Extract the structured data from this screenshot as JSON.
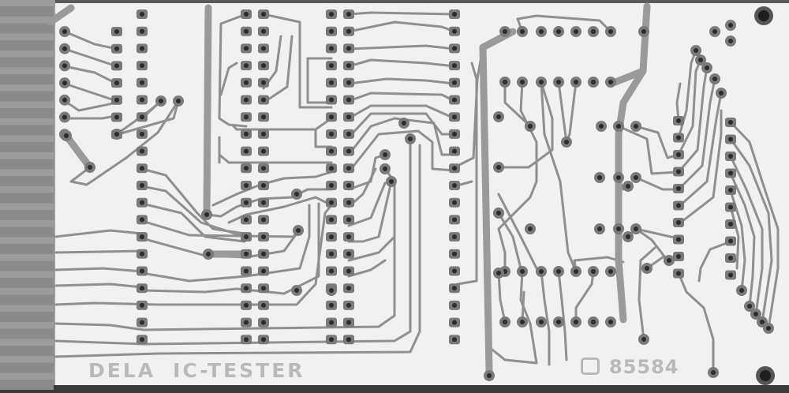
{
  "board": {
    "brand_word_1": "DELA",
    "brand_word_2": "IC-TESTER",
    "part_number": "85584"
  },
  "colors": {
    "substrate": "#f1f1f1",
    "copper_trace": "#8f8f8f",
    "pad": "#7a7a7a",
    "hole": "#2b2b2b",
    "silkscreen": "#b9b9b9",
    "edge_connector": "#8a8a8a"
  },
  "icons": [
    "company-logo-icon",
    "mounting-hole-icon"
  ]
}
